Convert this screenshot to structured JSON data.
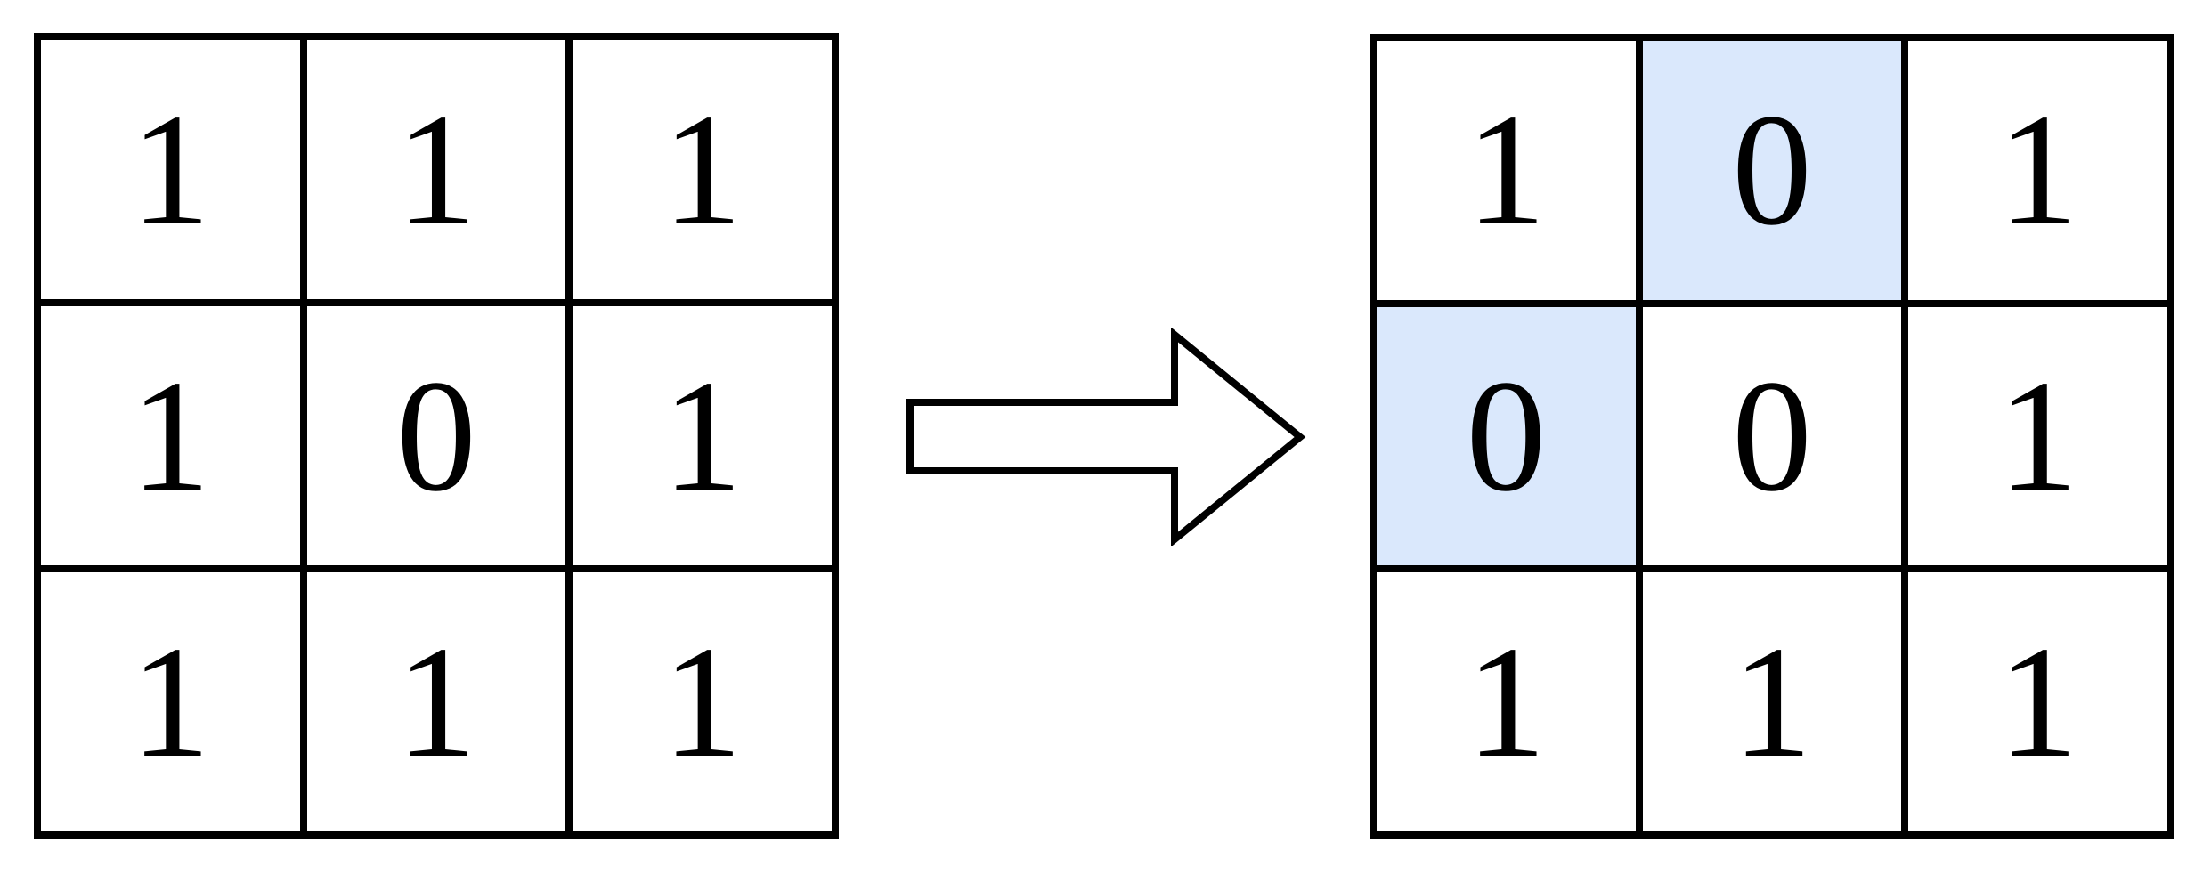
{
  "diagram": {
    "description_label": "grid-transformation",
    "arrow_icon": "arrow-right-icon"
  },
  "colors": {
    "highlight": "#DAE8FC",
    "grid_border": "#000000",
    "digit": "#000000",
    "arrow_fill": "#ffffff",
    "arrow_stroke": "#000000",
    "background": "#ffffff"
  },
  "grids": [
    {
      "name": "input-grid",
      "rows": 3,
      "cols": 3,
      "cells": [
        {
          "v": "1",
          "hl": false
        },
        {
          "v": "1",
          "hl": false
        },
        {
          "v": "1",
          "hl": false
        },
        {
          "v": "1",
          "hl": false
        },
        {
          "v": "0",
          "hl": false
        },
        {
          "v": "1",
          "hl": false
        },
        {
          "v": "1",
          "hl": false
        },
        {
          "v": "1",
          "hl": false
        },
        {
          "v": "1",
          "hl": false
        }
      ]
    },
    {
      "name": "output-grid",
      "rows": 3,
      "cols": 3,
      "cells": [
        {
          "v": "1",
          "hl": false
        },
        {
          "v": "0",
          "hl": true
        },
        {
          "v": "1",
          "hl": false
        },
        {
          "v": "0",
          "hl": true
        },
        {
          "v": "0",
          "hl": false
        },
        {
          "v": "1",
          "hl": false
        },
        {
          "v": "1",
          "hl": false
        },
        {
          "v": "1",
          "hl": false
        },
        {
          "v": "1",
          "hl": false
        }
      ]
    }
  ]
}
